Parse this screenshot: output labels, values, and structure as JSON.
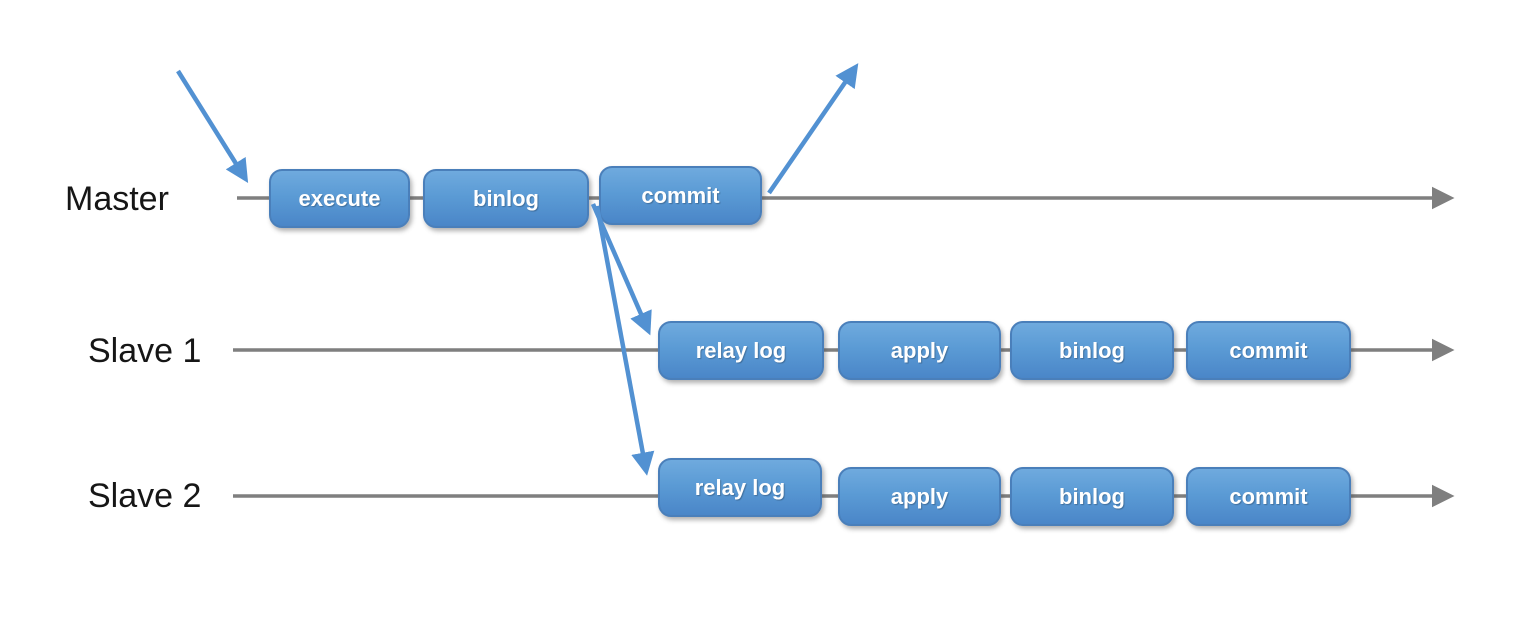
{
  "diagram": {
    "description": "MySQL master-slave replication timeline diagram",
    "lanes": [
      {
        "label": "Master",
        "boxes": [
          "execute",
          "binlog",
          "commit"
        ]
      },
      {
        "label": "Slave 1",
        "boxes": [
          "relay log",
          "apply",
          "binlog",
          "commit"
        ]
      },
      {
        "label": "Slave 2",
        "boxes": [
          "relay log",
          "apply",
          "binlog",
          "commit"
        ]
      }
    ],
    "arrows": {
      "blue": [
        "incoming request arrow into master timeline",
        "response arrow out after master commit",
        "binlog shipped to slave 1 relay log",
        "binlog shipped to slave 2 relay log"
      ],
      "gray": [
        "master timeline arrow",
        "slave 1 timeline arrow",
        "slave 2 timeline arrow"
      ]
    },
    "colors": {
      "box_fill_top": "#6faade",
      "box_fill_bottom": "#4a86c8",
      "box_border": "#4a7fba",
      "box_text": "#ffffff",
      "timeline_gray": "#7f7f7f",
      "arrow_blue": "#5291d2",
      "label_text": "#161616",
      "background": "#ffffff"
    }
  }
}
